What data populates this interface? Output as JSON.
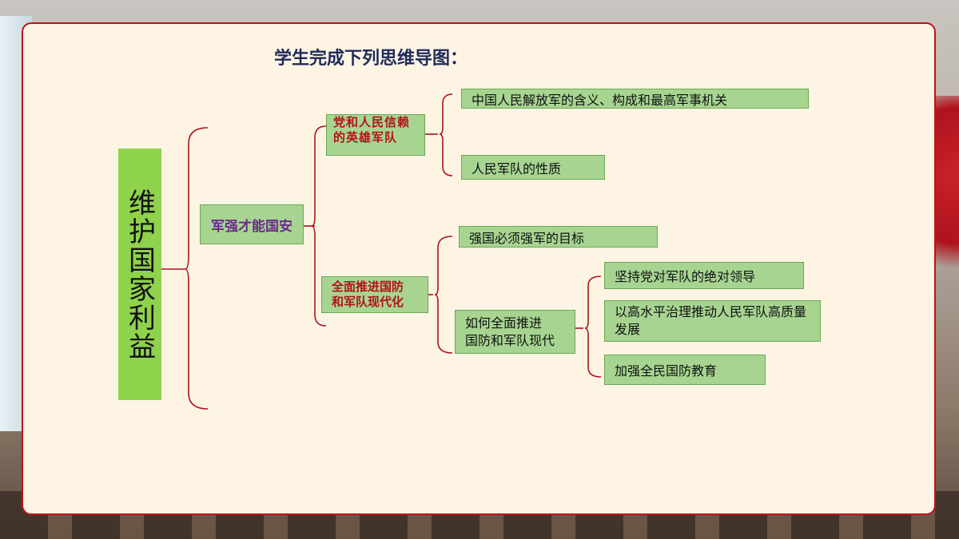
{
  "title": "学生完成下列思维导图：",
  "root": "维护国家利益",
  "level1": "军强才能国安",
  "branch_a": {
    "label": "党和人民信赖的英雄军队",
    "items": [
      "中国人民解放军的含义、构成和最高军事机关",
      "人民军队的性质"
    ]
  },
  "branch_b": {
    "label_line1": "全面推进国防",
    "label_line2": "和军队现代化",
    "item_goal": "强国必须强军的目标",
    "how_line1": "如何全面推进",
    "how_line2": "国防和军队现代",
    "how_items": [
      "坚持党对军队的绝对领导",
      "以高水平治理推动人民军队高质量发展",
      "加强全民国防教育"
    ]
  },
  "colors": {
    "box_fill": "#a7d591",
    "root_fill": "#8fd24b",
    "bracket": "#b0121b",
    "panel_border": "#c0121b"
  }
}
